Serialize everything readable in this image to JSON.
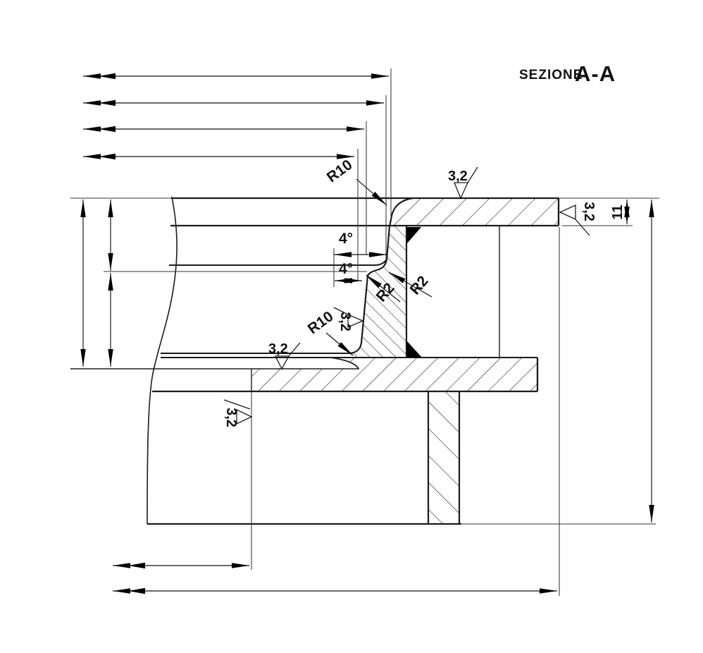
{
  "title": {
    "prefix": "SEZIONE",
    "name": "A-A"
  },
  "labels": {
    "fillet_radius": "R10",
    "corner_radius": "R2",
    "draft_angle": "4°",
    "surface_roughness": "3,2",
    "rim_thickness": "11"
  }
}
